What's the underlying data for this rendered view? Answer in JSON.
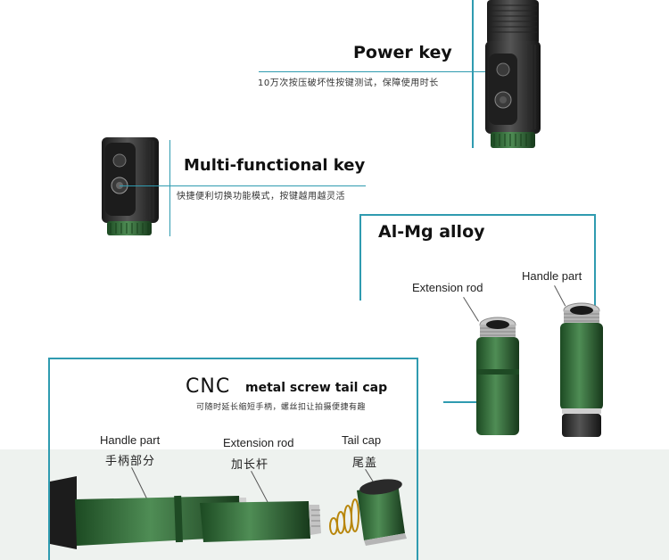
{
  "power": {
    "title": "Power key",
    "caption": "10万次按压破坏性按键测试，保障使用时长"
  },
  "multi": {
    "title": "Multi-functional key",
    "caption": "快捷便利切换功能模式，按键越用越灵活"
  },
  "alloy": {
    "title": "Al-Mg alloy",
    "extension_label": "Extension rod",
    "handle_label": "Handle part"
  },
  "cnc": {
    "title_big": "CNC",
    "title_small": "metal screw tail cap",
    "caption": "可随时延长缩短手柄，螺丝扣让拍摄便捷有趣",
    "handle_en": "Handle part",
    "handle_zh": "手柄部分",
    "extension_en": "Extension rod",
    "extension_zh": "加长杆",
    "tail_en": "Tail cap",
    "tail_zh": "尾盖"
  },
  "colors": {
    "accent_line": "#2f9bb0",
    "rod_green": "#2f6b35",
    "body_black": "#2a2a2a"
  }
}
